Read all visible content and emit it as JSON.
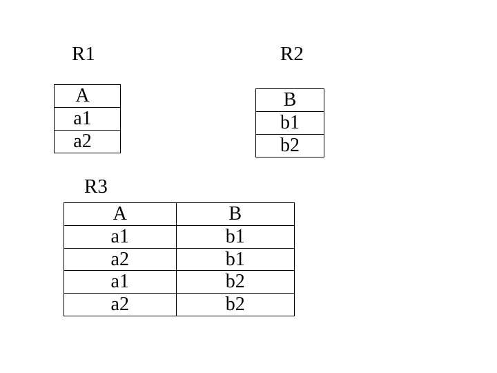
{
  "slide": {
    "background": "#ffffff",
    "border_color": "#000000",
    "text_color": "#000000"
  },
  "relations": [
    {
      "label": "R1",
      "columns": [
        "A"
      ],
      "rows": [
        [
          "a1"
        ],
        [
          "a2"
        ]
      ]
    },
    {
      "label": "R2",
      "columns": [
        "B"
      ],
      "rows": [
        [
          "b1"
        ],
        [
          "b2"
        ]
      ]
    },
    {
      "label": "R3",
      "columns": [
        "A",
        "B"
      ],
      "rows": [
        [
          "a1",
          "b1"
        ],
        [
          "a2",
          "b1"
        ],
        [
          "a1",
          "b2"
        ],
        [
          "a2",
          "b2"
        ]
      ]
    }
  ]
}
